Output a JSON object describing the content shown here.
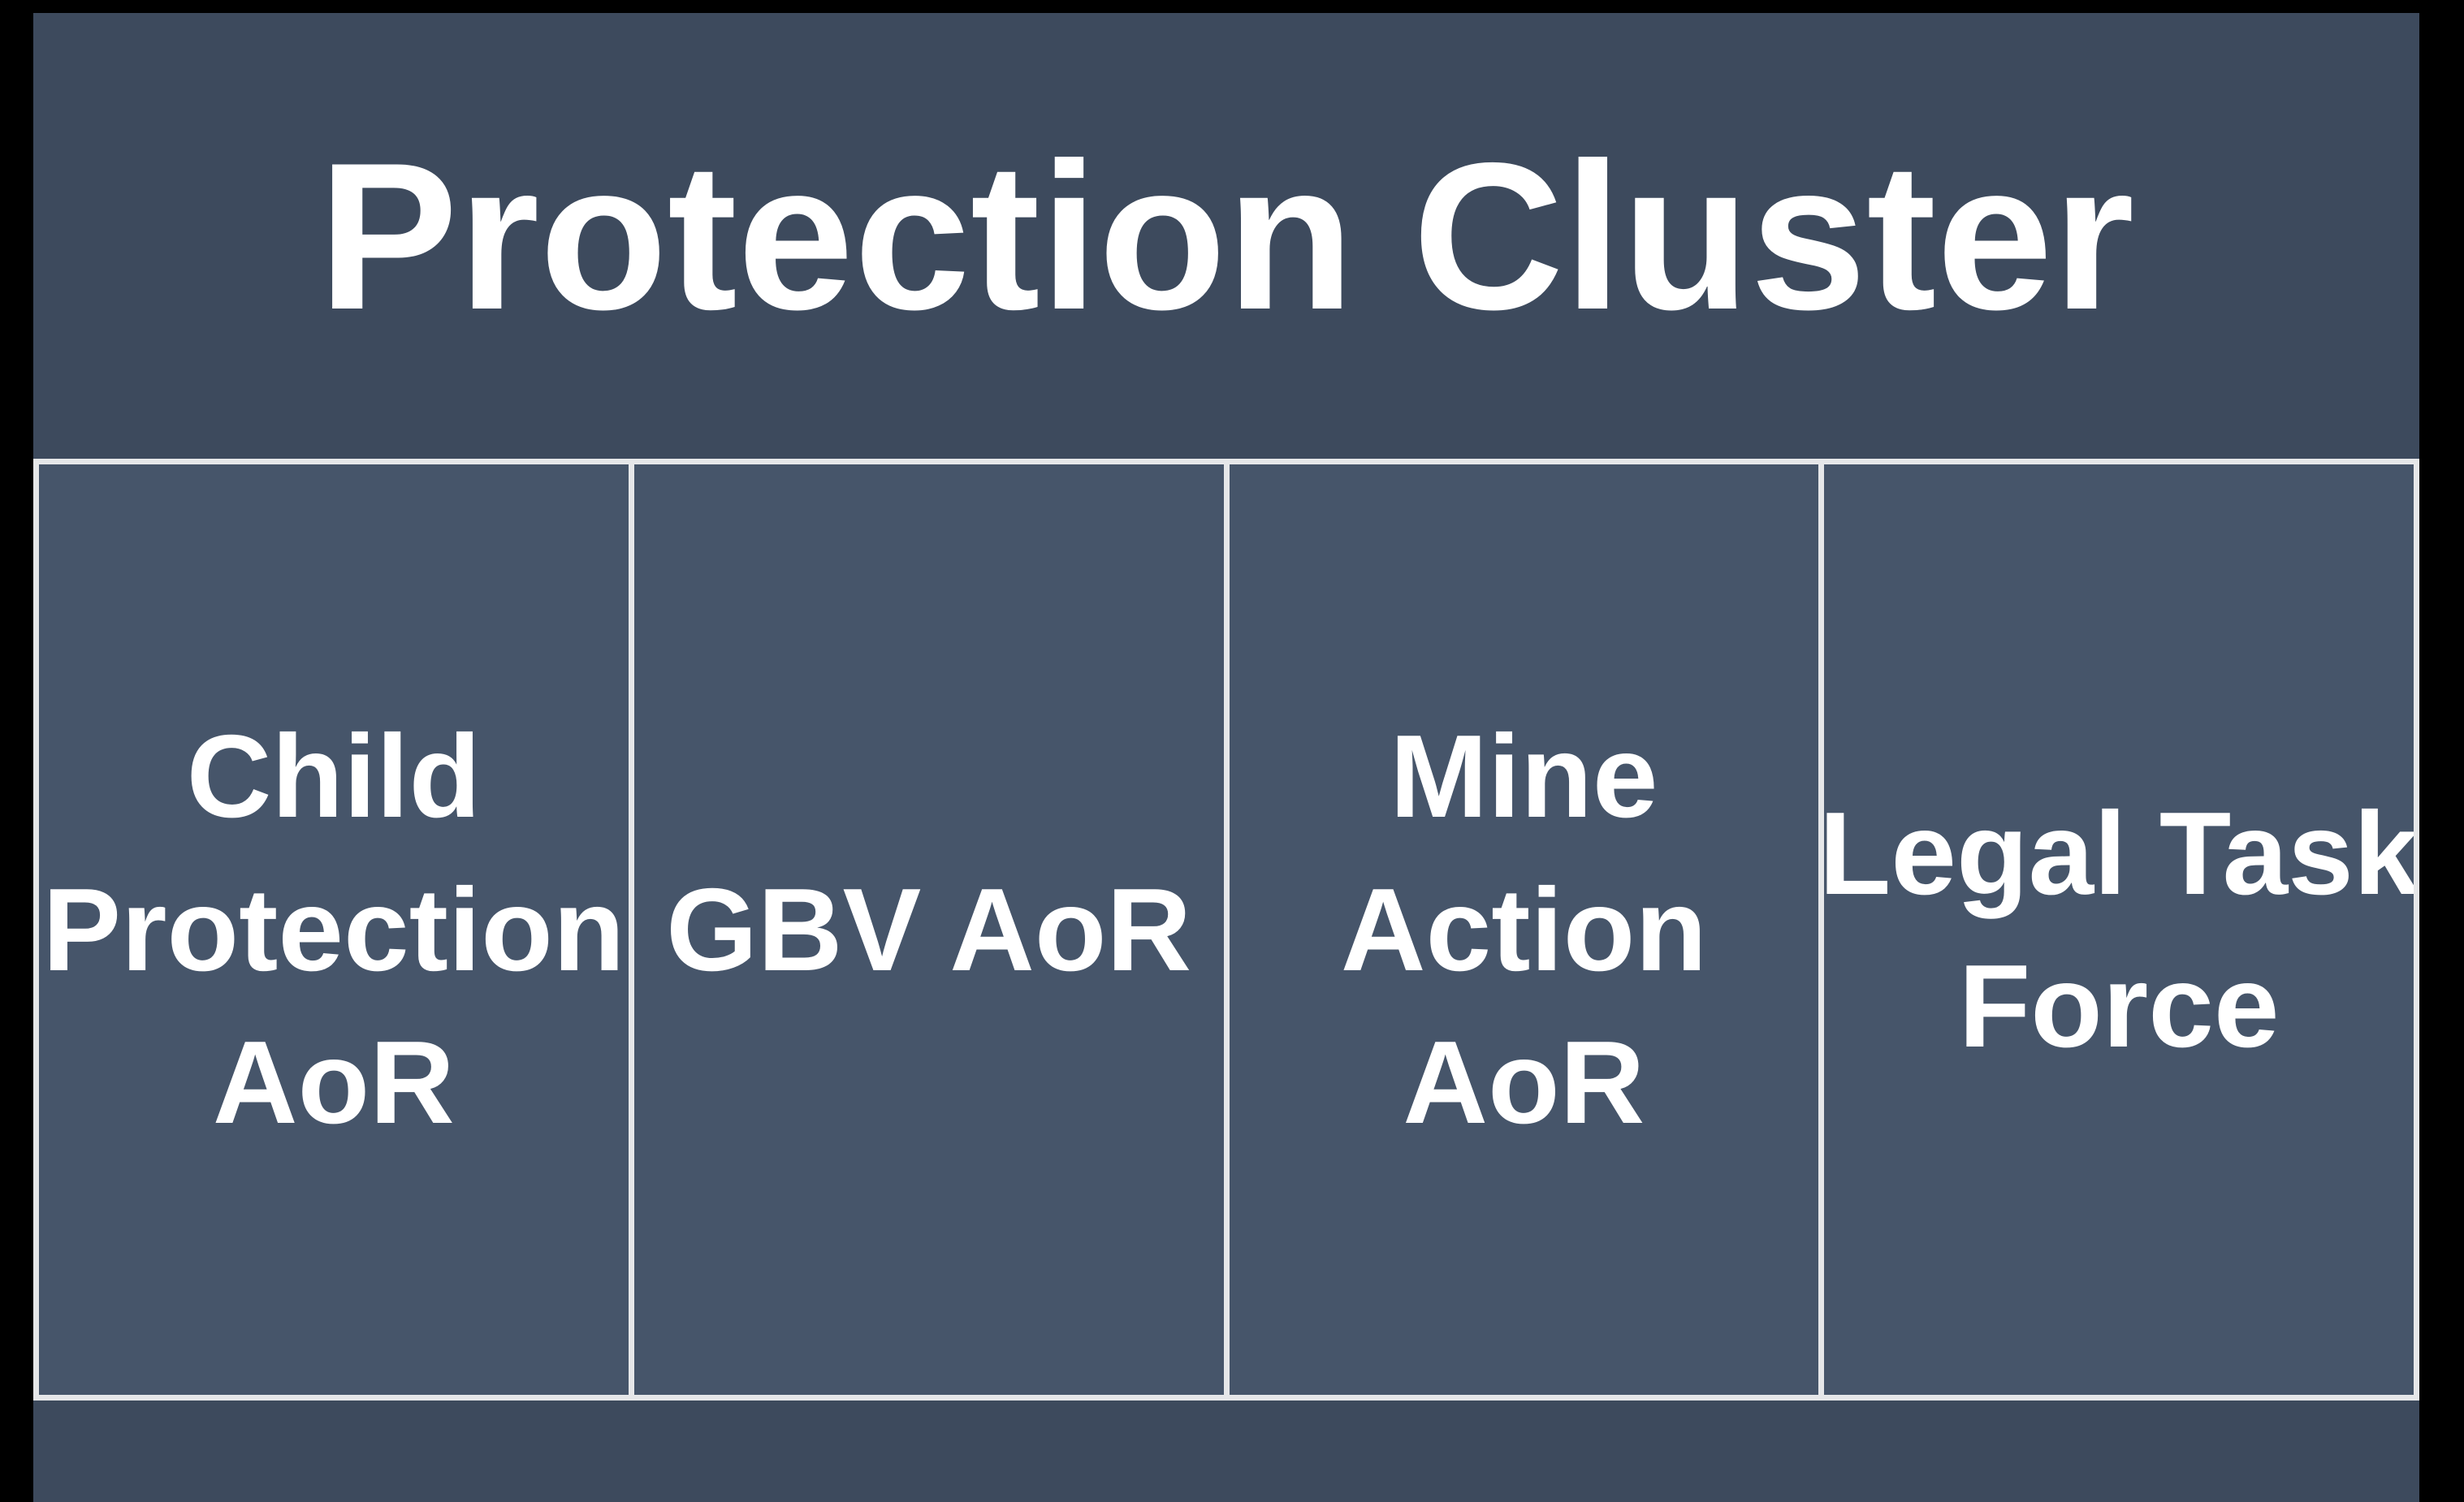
{
  "slide": {
    "title": "Protection Cluster"
  },
  "table": {
    "cells": [
      {
        "lines": [
          "Child",
          "Protection",
          "AoR"
        ]
      },
      {
        "lines": [
          "GBV AoR"
        ]
      },
      {
        "lines": [
          "Mine",
          "Action",
          "AoR"
        ]
      },
      {
        "lines": [
          "Legal Task",
          "Force"
        ]
      }
    ]
  },
  "colors": {
    "frame": "#000000",
    "band": "#3D4A5D",
    "cell": "#46556A",
    "divider": "#E6E7E9",
    "text": "#FFFFFF"
  }
}
